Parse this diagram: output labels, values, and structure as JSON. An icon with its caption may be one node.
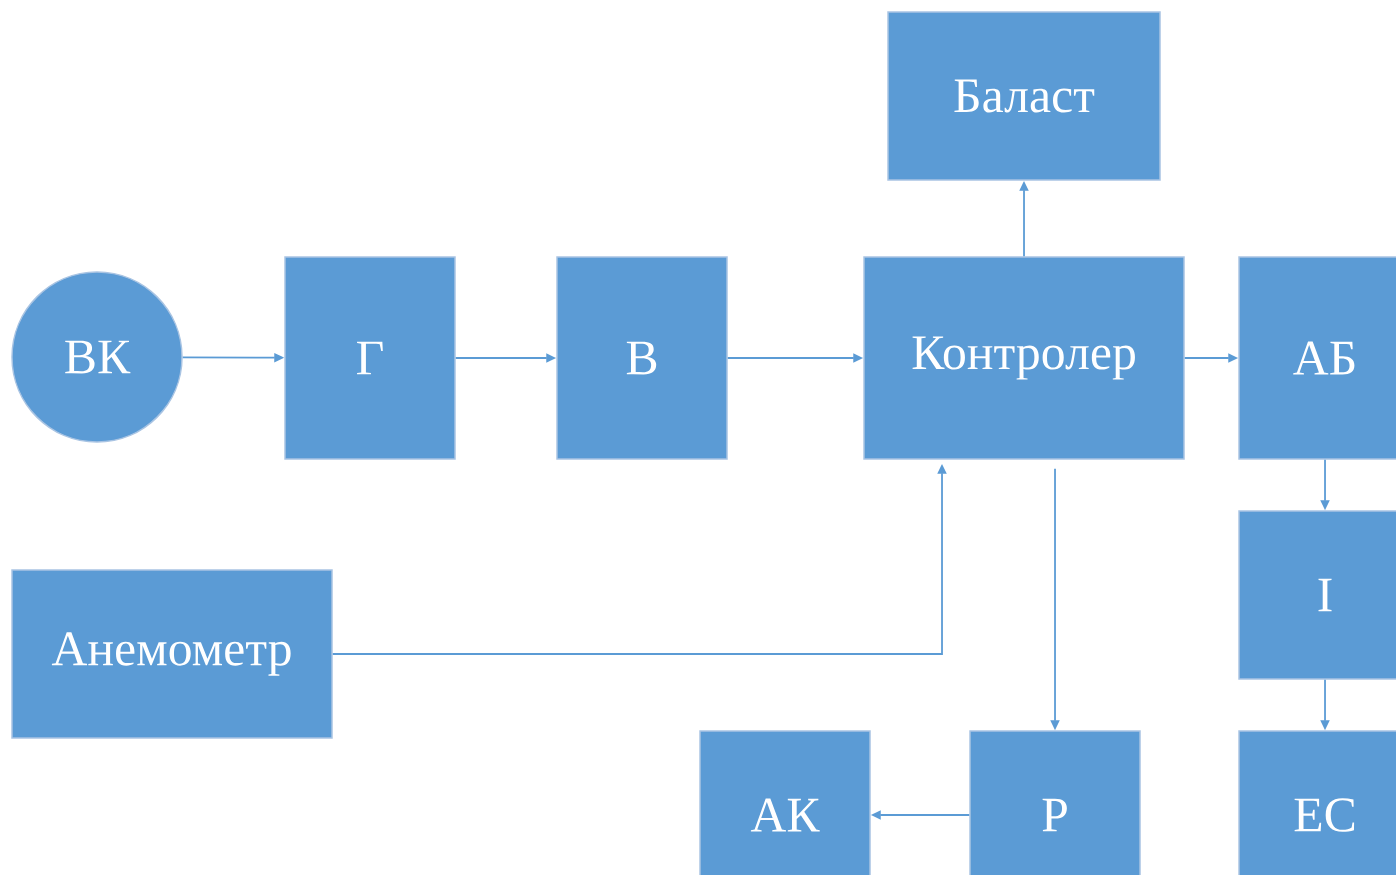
{
  "diagram": {
    "nodes": [
      {
        "text": [
          "ВК"
        ]
      },
      {
        "text": [
          "Г"
        ]
      },
      {
        "text": [
          "В"
        ]
      },
      {
        "text": [
          "Контролер"
        ]
      },
      {
        "text": [
          "Баласт"
        ]
      },
      {
        "text": [
          "АБ"
        ]
      },
      {
        "text": [
          "Анемометр"
        ]
      },
      {
        "text": [
          "I"
        ]
      },
      {
        "text": [
          "АК"
        ]
      },
      {
        "text": [
          "Р"
        ]
      },
      {
        "text": [
          "ЕС"
        ]
      }
    ],
    "edges": [
      {
        "from": 0,
        "to": 1,
        "arrow": "to"
      },
      {
        "from": 1,
        "to": 2,
        "arrow": "to"
      },
      {
        "from": 2,
        "to": 3,
        "arrow": "to"
      },
      {
        "from": 3,
        "to": 4,
        "arrow": "to"
      },
      {
        "from": 3,
        "to": 5,
        "arrow": "to"
      },
      {
        "from": 6,
        "to": 3,
        "arrow": "to"
      },
      {
        "from": 3,
        "to": 9,
        "arrow": "to"
      },
      {
        "from": 9,
        "to": 8,
        "arrow": "to"
      },
      {
        "from": 5,
        "to": 7,
        "arrow": "to"
      },
      {
        "from": 7,
        "to": 10,
        "arrow": "to"
      }
    ]
  }
}
